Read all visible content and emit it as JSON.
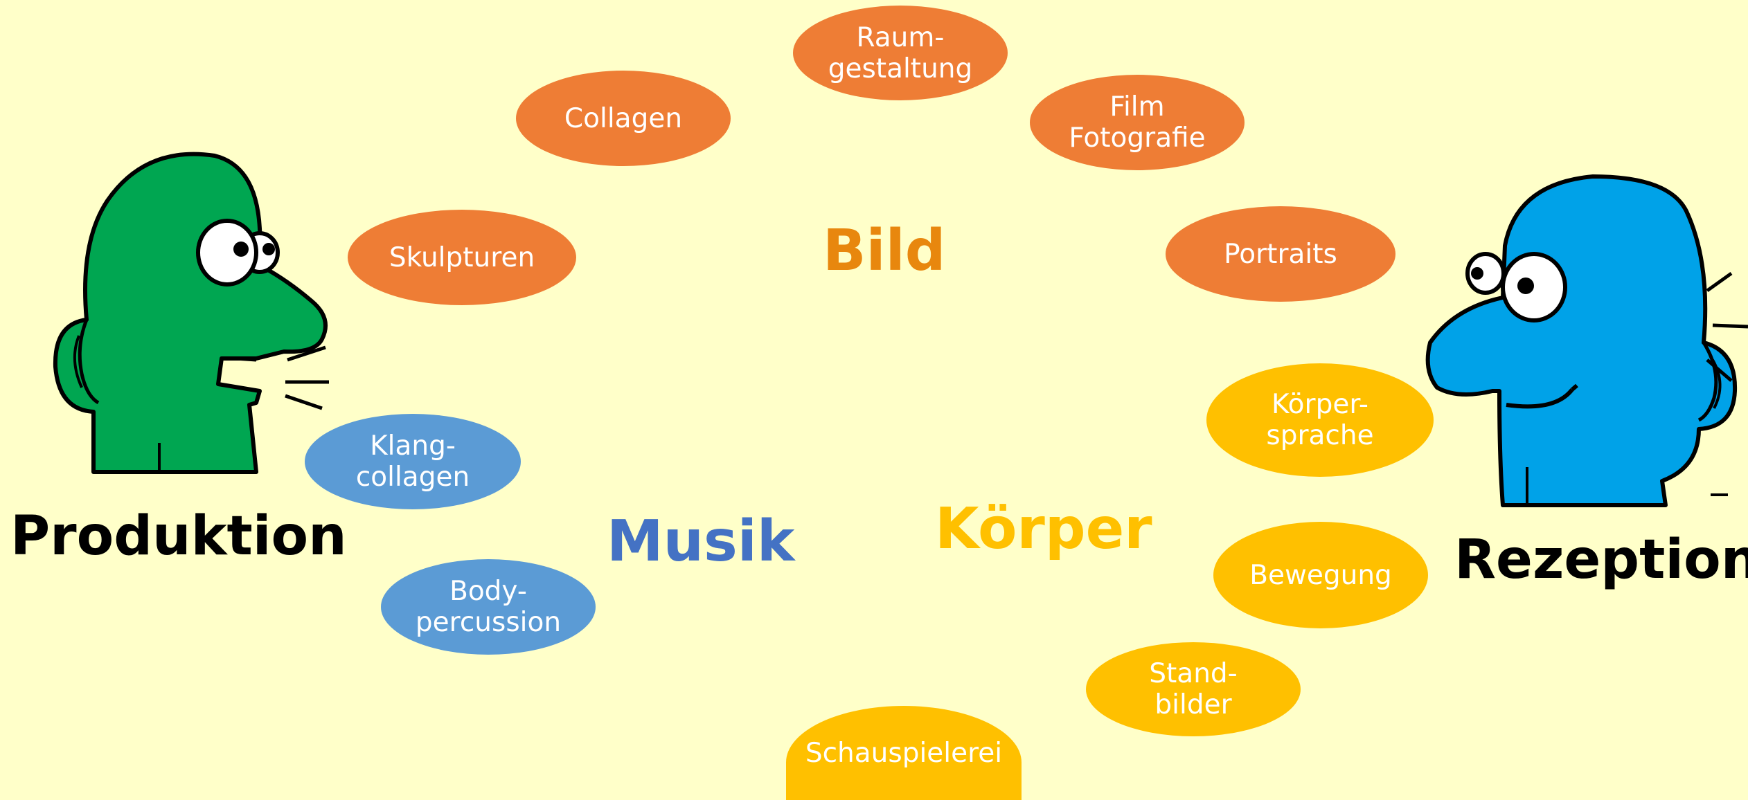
{
  "labels": {
    "production": "Produktion",
    "reception": "Rezeption"
  },
  "categories": {
    "bild": {
      "label": "Bild",
      "color": "#E8870E"
    },
    "musik": {
      "label": "Musik",
      "color": "#4472C4"
    },
    "korper": {
      "label": "Körper",
      "color": "#FFC000"
    }
  },
  "bubbles": {
    "raumgestaltung": "Raum-\ngestaltung",
    "collagen": "Collagen",
    "film_fotografie": "Film\nFotografie",
    "skulpturen": "Skulpturen",
    "portraits": "Portraits",
    "klangcollagen": "Klang-\ncollagen",
    "koerpersprache": "Körper-\nsprache",
    "bodypercussion": "Body-\npercussion",
    "bewegung": "Bewegung",
    "standbilder": "Stand-\nbilder",
    "schauspielerei": "Schauspielerei"
  },
  "colors": {
    "background": "#FFFFC9",
    "bild_bubble": "#EE7D35",
    "musik_bubble": "#5B9BD5",
    "korper_bubble": "#FFC000",
    "producer_face": "#00A651",
    "receiver_face": "#00A2E8"
  },
  "icons": {
    "producer": "speaking-head-icon",
    "receiver": "listening-head-icon"
  }
}
